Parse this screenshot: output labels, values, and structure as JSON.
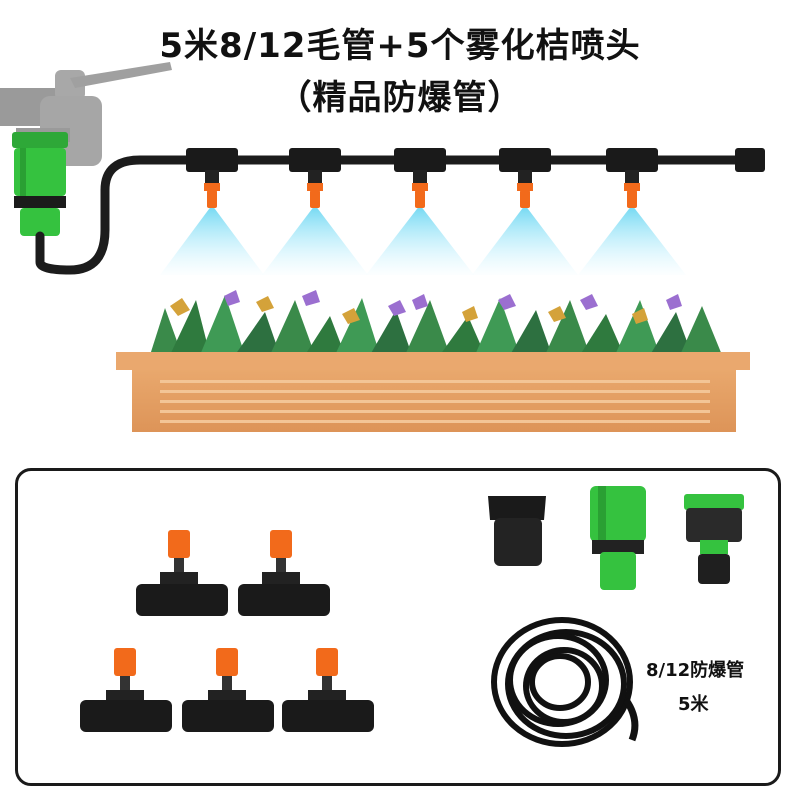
{
  "header": {
    "title": "5米8/12毛管+5个雾化桔喷头",
    "subtitle": "（精品防爆管）"
  },
  "kit": {
    "hose_spec": "8/12防爆管",
    "hose_length": "5米"
  },
  "colors": {
    "accent_green": "#35c23f",
    "nozzle_orange": "#f26a1b",
    "pipe_black": "#1c1c1c",
    "mist_blue": "#5fd3f0",
    "planter_wood": "#e6a46b"
  },
  "icons": {
    "faucet": "faucet-icon",
    "nozzle": "mist-nozzle-icon",
    "tee": "tee-connector-icon",
    "plug": "end-plug-icon",
    "quick_connector": "quick-connector-icon",
    "tap_adapter": "tap-adapter-icon",
    "hose_coil": "hose-coil-icon"
  }
}
